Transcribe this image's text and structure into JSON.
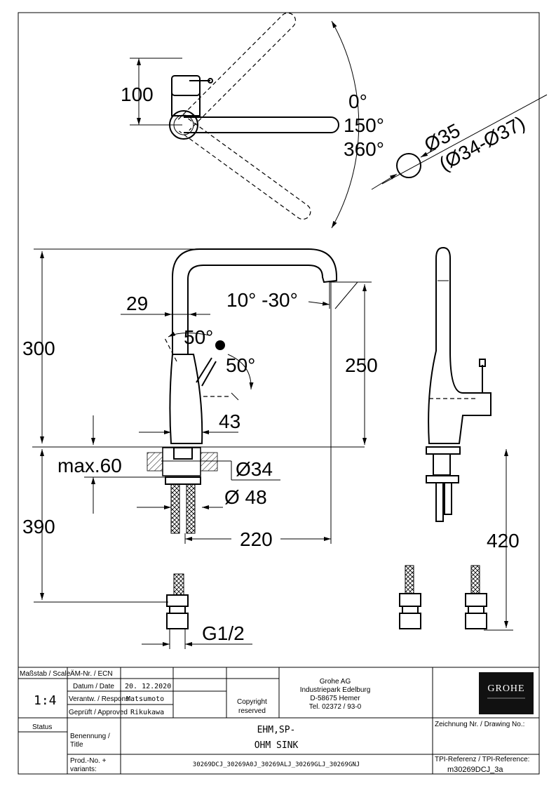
{
  "brand": "GROHE",
  "dimensions": {
    "handle_height": "100",
    "angle_0": "0°",
    "angle_150": "150°",
    "angle_360": "360°",
    "hole_dia": "Ø35",
    "hole_range": "(Ø34-Ø37)",
    "height_total": "300",
    "spout_height": "250",
    "spout_angle": "10° -30°",
    "lever_offset": "29",
    "lever_angle_1": "50°",
    "lever_angle_2": "50°",
    "body_dia": "43",
    "max_deck": "max.60",
    "dia_34": "Ø34",
    "dia_48": "Ø 48",
    "hose_390": "390",
    "reach_220": "220",
    "hose_420": "420",
    "thread": "G1/2"
  },
  "title_block": {
    "scale_label": "Maßstab / Scale",
    "scale_value": "1:4",
    "ecn_label": "ÄM-Nr. / ECN",
    "date_label": "Datum / Date",
    "date_value": "20. 12.2020",
    "resp_label": "Verantw. / Respons",
    "resp_value": "Matsumoto",
    "approved_label": "Geprüft / Approved",
    "approved_value": "Rikukawa",
    "copyright_line1": "Copyright",
    "copyright_line2": "reserved",
    "company_line1": "Grohe AG",
    "company_line2": "Industriepark Edelburg",
    "company_line3": "D-58675 Hemer",
    "company_line4": "Tel. 02372 / 93-0",
    "status_label": "Status",
    "drawing_no_label": "Zeichnung Nr. / Drawing No.:",
    "title_label_1": "Benennung /",
    "title_label_2": "Title",
    "title_line1": "EHM,SP-",
    "title_line2": "OHM SINK",
    "prod_label_1": "Prod.-No. +",
    "prod_label_2": "variants:",
    "variants": "30269DCJ_30269A0J_30269ALJ_30269GLJ_30269GNJ",
    "tpi_label": "TPI-Referenz / TPI-Reference:",
    "tpi_value": "m30269DCJ_3a"
  }
}
